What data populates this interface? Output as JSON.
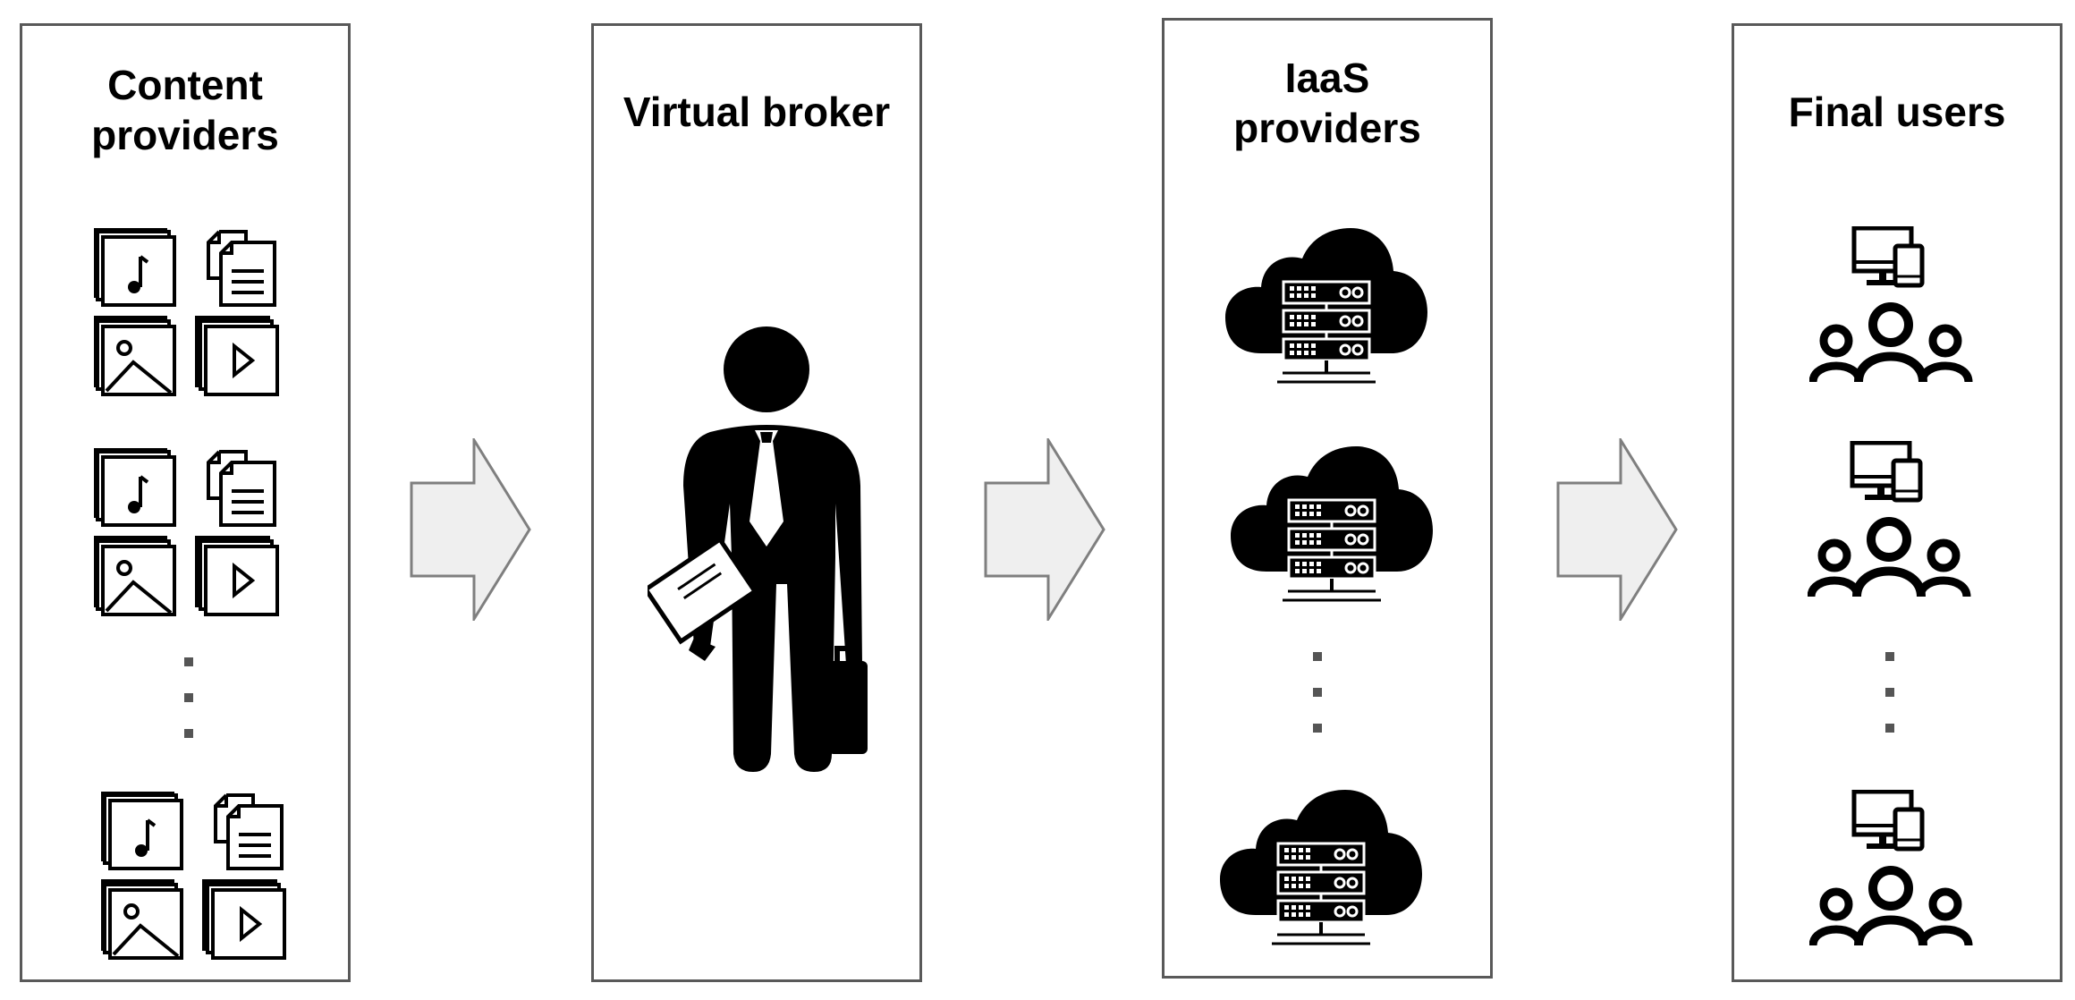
{
  "panels": {
    "content_providers": {
      "title_line1": "Content",
      "title_line2": "providers"
    },
    "virtual_broker": {
      "title": "Virtual broker"
    },
    "iaas_providers": {
      "title_line1": "IaaS",
      "title_line2": "providers"
    },
    "final_users": {
      "title": "Final users"
    }
  },
  "icons": {
    "content": [
      "music-file-icon",
      "document-file-icon",
      "image-file-icon",
      "video-file-icon"
    ],
    "broker": "businessman-icon",
    "iaas": "cloud-server-icon",
    "users": [
      "devices-icon",
      "user-group-icon"
    ],
    "flow": "arrow-right-icon"
  },
  "colors": {
    "border": "#595959",
    "arrow_fill": "#efefef",
    "arrow_stroke": "#7f7f7f",
    "icon": "#000000"
  }
}
